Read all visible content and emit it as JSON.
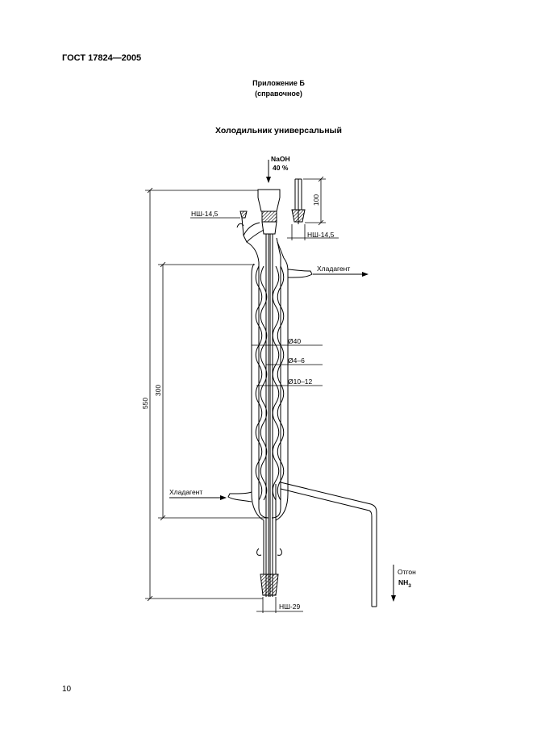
{
  "header": {
    "standard": "ГОСТ 17824—2005",
    "appendix_title": "Приложение Б",
    "appendix_type": "(справочное)"
  },
  "figure": {
    "title": "Холодильник универсальный",
    "labels": {
      "reagent_line1": "NaOH",
      "reagent_line2": "40 %",
      "joint_side": "НШ-14,5",
      "joint_top": "НШ-14,5",
      "joint_bottom": "НШ-29",
      "coolant_out": "Хладагент",
      "coolant_in": "Хладагент",
      "distillate_line1": "Отгон",
      "distillate_line2": "NH",
      "distillate_sub": "3",
      "dim_total_height": "550",
      "dim_jacket": "300",
      "dim_top_stopper": "100",
      "dim_d40": "Ø40",
      "dim_d4_6": "Ø4–6",
      "dim_d10_12": "Ø10–12"
    }
  },
  "footer": {
    "page_number": "10"
  }
}
